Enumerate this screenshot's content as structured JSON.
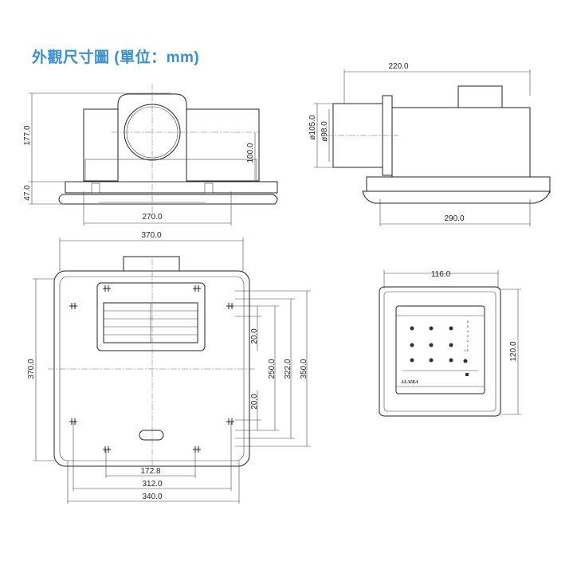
{
  "title": "外觀尺寸圖 (單位：mm)",
  "front_view": {
    "height_body": "177.0",
    "height_flange": "47.0",
    "duct_center_height": "100.0",
    "width": "270.0"
  },
  "side_view": {
    "depth": "220.0",
    "duct_outer": "ø105.0",
    "duct_inner": "ø98.0",
    "flange_depth": "290.0"
  },
  "bottom_view": {
    "width_top": "370.0",
    "height_left": "370.0",
    "hole_spacing_1": "20.0",
    "hole_spacing_2": "20.0",
    "dim_250": "250.0",
    "dim_322": "322.0",
    "dim_350": "350.0",
    "dim_172": "172.8",
    "dim_312": "312.0",
    "dim_340": "340.0"
  },
  "control_panel": {
    "width": "116.0",
    "height": "120.0",
    "brand": "ALAIKA",
    "timer_levels": [
      "8",
      "6",
      "4",
      "3",
      "2",
      "1",
      "0.5"
    ]
  }
}
